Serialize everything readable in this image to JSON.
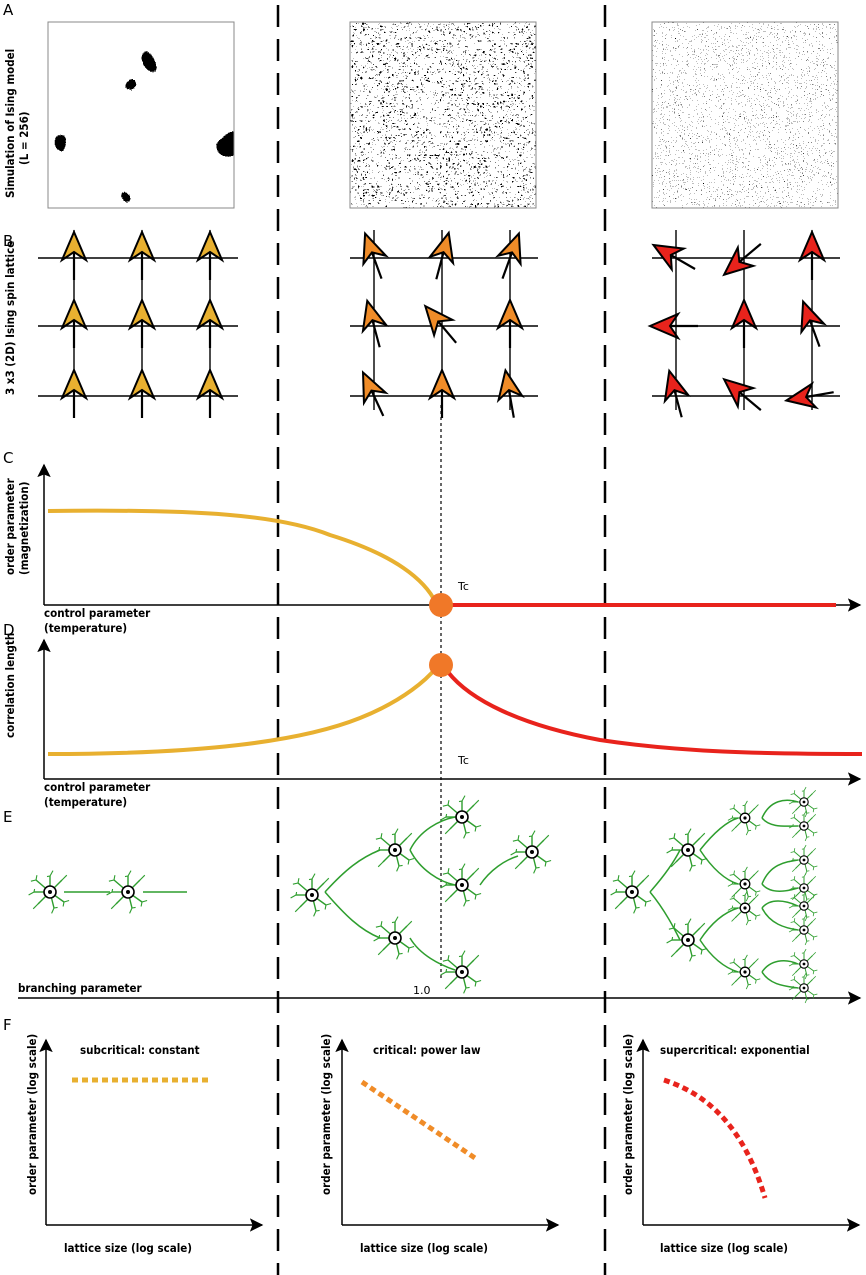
{
  "panels": {
    "A": {
      "letter": "A",
      "ylabel_line1": "Simulation of Ising model",
      "ylabel_line2": "(L = 256)"
    },
    "B": {
      "letter": "B",
      "ylabel": "3 x3 (2D) Ising spin lattice"
    },
    "C": {
      "letter": "C",
      "ylabel_line1": "order parameter",
      "ylabel_line2": "(magnetization)",
      "xlabel_line1": "control parameter",
      "xlabel_line2": "(temperature)",
      "critical_label": "Tc"
    },
    "D": {
      "letter": "D",
      "ylabel": "correlation length",
      "xlabel_line1": "control parameter",
      "xlabel_line2": "(temperature)",
      "critical_label": "Tc"
    },
    "E": {
      "letter": "E",
      "xlabel": "branching parameter",
      "critical_value": "1.0"
    },
    "F": {
      "letter": "F",
      "plots": [
        {
          "title": "subcritical: constant",
          "ylabel": "order parameter (log scale)",
          "xlabel": "lattice size (log scale)"
        },
        {
          "title": "critical: power law",
          "ylabel": "order parameter (log scale)",
          "xlabel": "lattice size (log scale)"
        },
        {
          "title": "supercritical: exponential",
          "ylabel": "order parameter (log scale)",
          "xlabel": "lattice size (log scale)"
        }
      ]
    }
  },
  "colors": {
    "yellow": "#e8b030",
    "orange": "#f08c28",
    "red": "#e8231c",
    "critical_point": "#f07828",
    "neuron_green": "#2e9e2e"
  },
  "spins": {
    "subcritical_angles": [
      0,
      0,
      0,
      0,
      0,
      0,
      0,
      0,
      0
    ],
    "critical_angles": [
      -20,
      15,
      20,
      -15,
      -40,
      0,
      -25,
      0,
      -10
    ],
    "supercritical_angles": [
      -60,
      -130,
      0,
      -90,
      0,
      -20,
      -15,
      -50,
      -100
    ]
  }
}
